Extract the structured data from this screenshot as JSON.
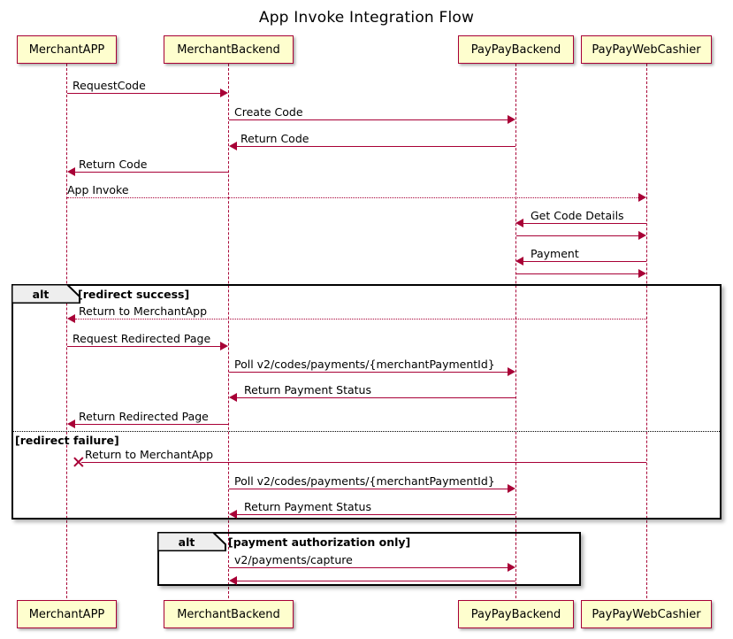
{
  "diagram": {
    "title": "App Invoke Integration Flow",
    "type": "sequence-diagram",
    "colors": {
      "participant_fill": "#FEFECE",
      "participant_border": "#A80036",
      "arrow": "#A80036",
      "group_border": "#000000",
      "group_tab_fill": "#EEEEEE",
      "background": "#FFFFFF"
    }
  },
  "participants": [
    {
      "id": "merchant-app",
      "label": "MerchantAPP"
    },
    {
      "id": "merchant-backend",
      "label": "MerchantBackend"
    },
    {
      "id": "paypay-backend",
      "label": "PayPayBackend"
    },
    {
      "id": "paypay-web-cashier",
      "label": "PayPayWebCashier"
    }
  ],
  "messages": [
    {
      "id": "m1",
      "label": "RequestCode",
      "from": "merchant-app",
      "to": "merchant-backend",
      "style": "solid",
      "direction": "right"
    },
    {
      "id": "m2",
      "label": "Create Code",
      "from": "merchant-backend",
      "to": "paypay-backend",
      "style": "solid",
      "direction": "right"
    },
    {
      "id": "m3",
      "label": "Return Code",
      "from": "paypay-backend",
      "to": "merchant-backend",
      "style": "solid",
      "direction": "left"
    },
    {
      "id": "m4",
      "label": "Return Code",
      "from": "merchant-backend",
      "to": "merchant-app",
      "style": "solid",
      "direction": "left"
    },
    {
      "id": "m5",
      "label": "App Invoke",
      "from": "merchant-app",
      "to": "paypay-web-cashier",
      "style": "dotted",
      "direction": "right"
    },
    {
      "id": "m6",
      "label": "Get Code Details",
      "from": "paypay-web-cashier",
      "to": "paypay-backend",
      "style": "solid",
      "direction": "left"
    },
    {
      "id": "m7",
      "label": "",
      "from": "paypay-backend",
      "to": "paypay-web-cashier",
      "style": "solid",
      "direction": "right"
    },
    {
      "id": "m8",
      "label": "Payment",
      "from": "paypay-web-cashier",
      "to": "paypay-backend",
      "style": "solid",
      "direction": "left"
    },
    {
      "id": "m9",
      "label": "",
      "from": "paypay-backend",
      "to": "paypay-web-cashier",
      "style": "solid",
      "direction": "right"
    },
    {
      "id": "m10",
      "label": "Return to MerchantApp",
      "from": "paypay-web-cashier",
      "to": "merchant-app",
      "style": "dotted",
      "direction": "left"
    },
    {
      "id": "m11",
      "label": "Request Redirected Page",
      "from": "merchant-app",
      "to": "merchant-backend",
      "style": "solid",
      "direction": "right"
    },
    {
      "id": "m12",
      "label": "Poll v2/codes/payments/{merchantPaymentId}",
      "from": "merchant-backend",
      "to": "paypay-backend",
      "style": "solid",
      "direction": "right"
    },
    {
      "id": "m13",
      "label": "Return Payment Status",
      "from": "paypay-backend",
      "to": "merchant-backend",
      "style": "solid",
      "direction": "left"
    },
    {
      "id": "m14",
      "label": "Return Redirected Page",
      "from": "merchant-backend",
      "to": "merchant-app",
      "style": "solid",
      "direction": "left"
    },
    {
      "id": "m15",
      "label": "Return to MerchantApp",
      "from": "paypay-web-cashier",
      "to": "merchant-app",
      "style": "solid",
      "direction": "left",
      "lost": true
    },
    {
      "id": "m16",
      "label": "Poll v2/codes/payments/{merchantPaymentId}",
      "from": "merchant-backend",
      "to": "paypay-backend",
      "style": "solid",
      "direction": "right"
    },
    {
      "id": "m17",
      "label": "Return Payment Status",
      "from": "paypay-backend",
      "to": "merchant-backend",
      "style": "solid",
      "direction": "left"
    },
    {
      "id": "m18",
      "label": "v2/payments/capture",
      "from": "merchant-backend",
      "to": "paypay-backend",
      "style": "solid",
      "direction": "right"
    },
    {
      "id": "m19",
      "label": "",
      "from": "paypay-backend",
      "to": "merchant-backend",
      "style": "solid",
      "direction": "left"
    }
  ],
  "groups": [
    {
      "id": "alt-redirect",
      "keyword": "alt",
      "branches": [
        {
          "label": "[redirect success]"
        },
        {
          "label": "[redirect failure]"
        }
      ]
    },
    {
      "id": "alt-capture",
      "keyword": "alt",
      "branches": [
        {
          "label": "[payment authorization only]"
        }
      ]
    }
  ]
}
